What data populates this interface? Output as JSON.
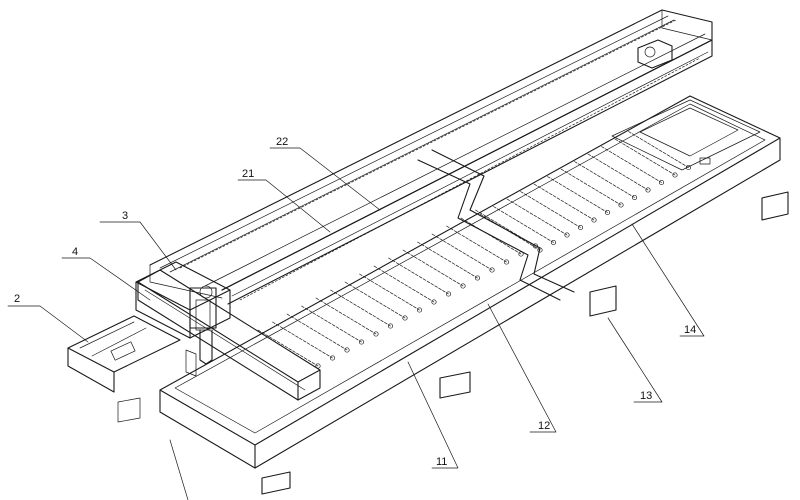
{
  "diagram": {
    "callouts": [
      {
        "id": "2",
        "text": "2"
      },
      {
        "id": "3",
        "text": "3"
      },
      {
        "id": "4",
        "text": "4"
      },
      {
        "id": "21",
        "text": "21"
      },
      {
        "id": "22",
        "text": "22"
      },
      {
        "id": "11",
        "text": "11"
      },
      {
        "id": "12",
        "text": "12"
      },
      {
        "id": "13",
        "text": "13"
      },
      {
        "id": "14",
        "text": "14"
      }
    ]
  }
}
